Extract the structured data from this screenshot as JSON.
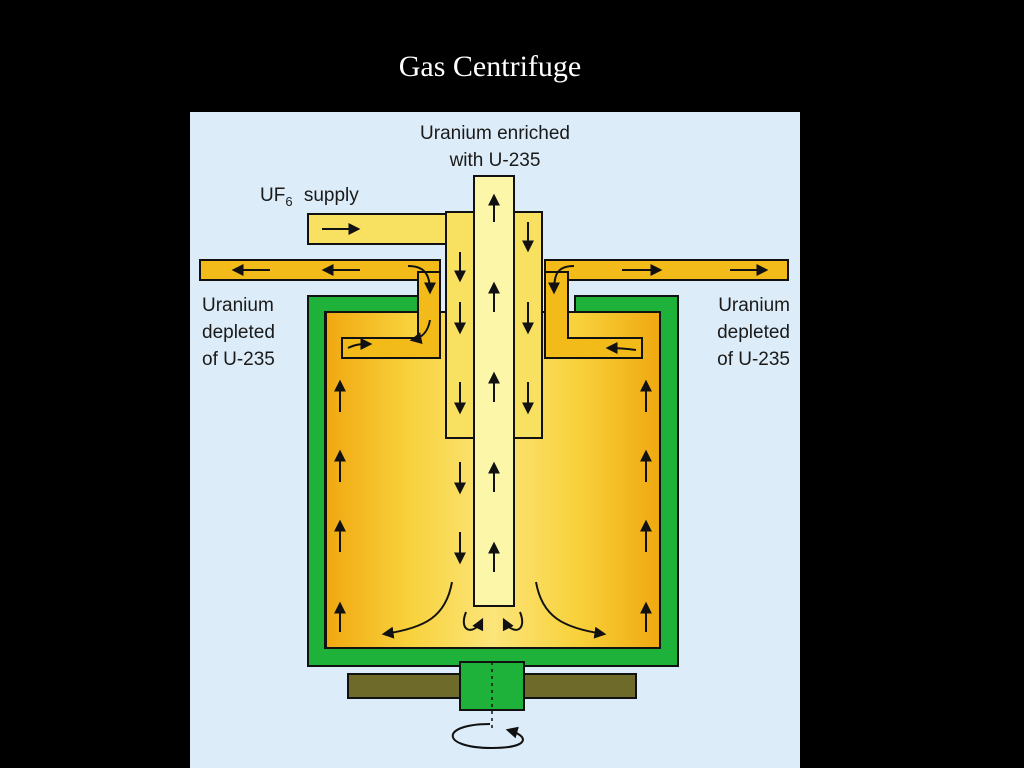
{
  "title": "Gas Centrifuge",
  "labels": {
    "enriched_line1": "Uranium enriched",
    "enriched_line2": "with U-235",
    "supply_prefix": "UF",
    "supply_subscript": "6",
    "supply_suffix": "supply",
    "depleted_left_line1": "Uranium",
    "depleted_left_line2": "depleted",
    "depleted_left_line3": "of U-235",
    "depleted_right_line1": "Uranium",
    "depleted_right_line2": "depleted",
    "depleted_right_line3": "of U-235"
  },
  "colors": {
    "panel_background": "#dcecf8",
    "casing": "#1fb23a",
    "gas": "#f3bb1a",
    "gas_light": "#f8e060",
    "enriched_gas": "#fbf6a8",
    "base": "#6e6a2a",
    "outline": "#111111"
  }
}
